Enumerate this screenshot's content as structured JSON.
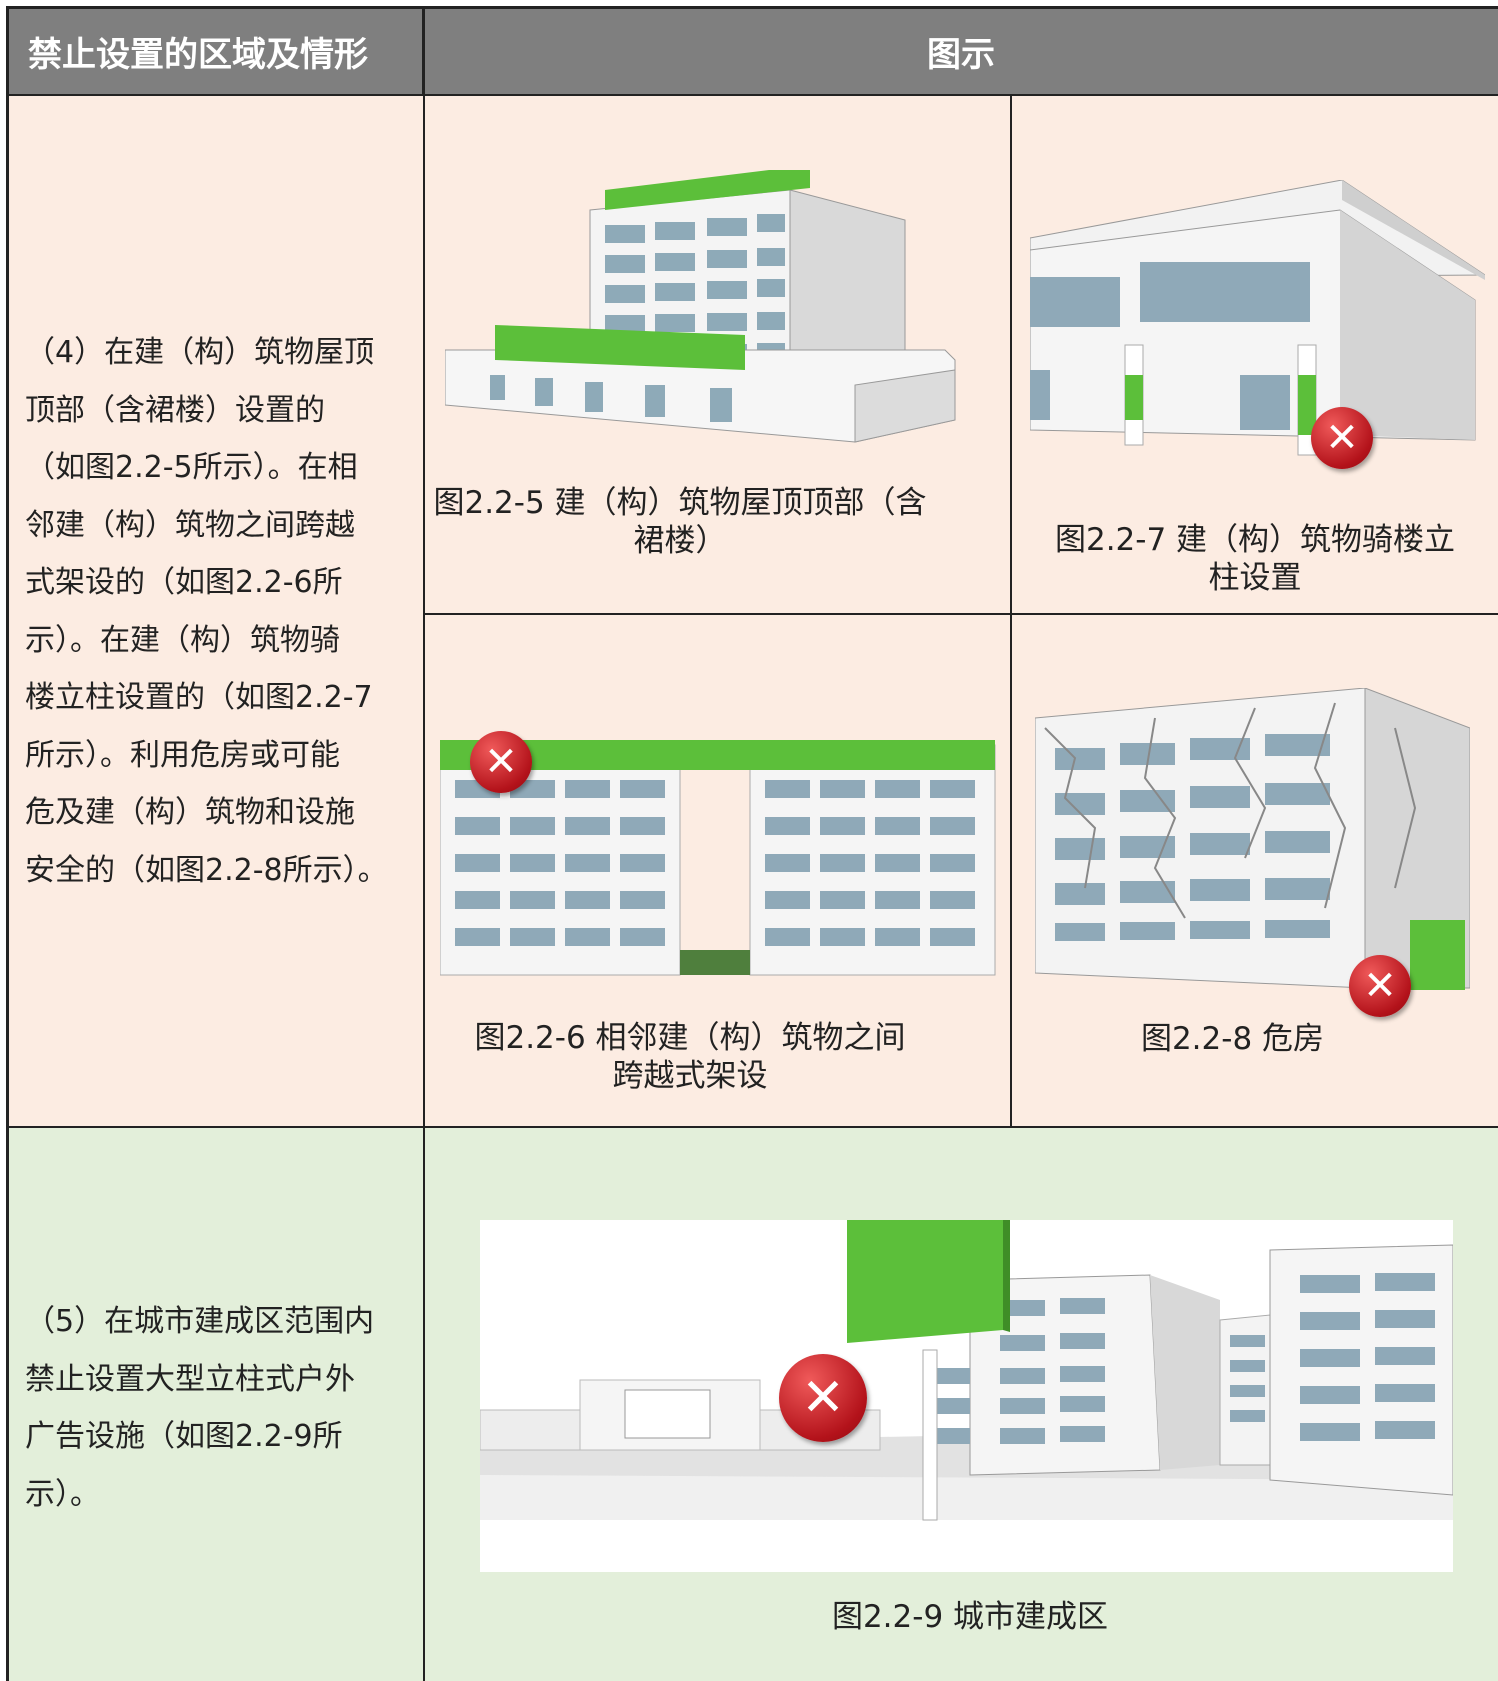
{
  "header": {
    "col1": "禁止设置的区域及情形",
    "col2": "图示"
  },
  "row1": {
    "description": "（4）在建（构）筑物屋顶\n顶部（含裙楼）设置的\n（如图2.2-5所示）。在相\n邻建（构）筑物之间跨越\n式架设的（如图2.2-6所\n示）。在建（构）筑物骑\n楼立柱设置的（如图2.2-7\n所示）。利用危房或可能\n危及建（构）筑物和设施\n安全的（如图2.2-8所示）。",
    "figures": [
      {
        "caption": "图2.2-5 建（构）筑物屋顶顶部（含\n裙楼）"
      },
      {
        "caption": "图2.2-7 建（构）筑物骑楼立\n柱设置"
      },
      {
        "caption": "图2.2-6 相邻建（构）筑物之间\n跨越式架设"
      },
      {
        "caption": "图2.2-8 危房"
      }
    ]
  },
  "row2": {
    "description": "（5）在城市建成区范围内\n禁止设置大型立柱式户外\n广告设施（如图2.2-9所\n示）。",
    "figure": {
      "caption": "图2.2-9 城市建成区"
    }
  },
  "colors": {
    "header_bg": "#7f7f7f",
    "row1_bg": "#fcece2",
    "row2_bg": "#e3efda",
    "sign_green": "#5cbf3a",
    "error_red": "#c0141c"
  },
  "icons": [
    "error-x-icon"
  ]
}
